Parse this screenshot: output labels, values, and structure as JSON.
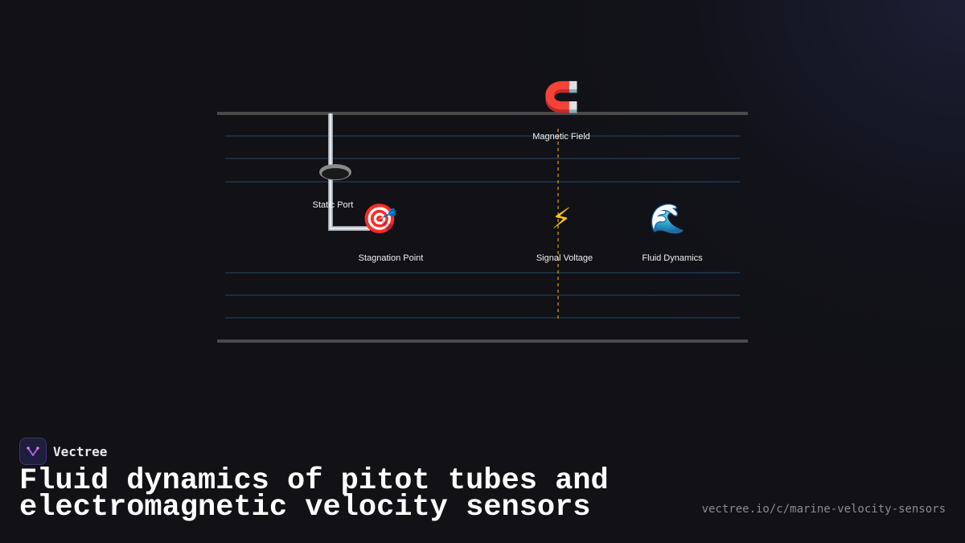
{
  "diagram": {
    "labels": {
      "magnetic_field": "Magnetic Field",
      "static_port": "Static Port",
      "stagnation_point": "Stagnation Point",
      "signal_voltage": "Signal Voltage",
      "fluid_dynamics": "Fluid Dynamics"
    },
    "icons": {
      "magnetic_field": "magnet-icon",
      "stagnation_point": "target-icon",
      "signal_voltage": "lightning-icon",
      "fluid_dynamics": "wave-icon"
    },
    "emoji": {
      "magnetic_field": "🧲",
      "stagnation_point": "🎯",
      "signal_voltage": "⚡",
      "fluid_dynamics": "🌊"
    },
    "colors": {
      "wall": "#4a4a4a",
      "streamline": "#24496a",
      "field_line": "#b8860b",
      "tube": "#e6e8ee"
    }
  },
  "brand": {
    "name": "Vectree"
  },
  "title": "Fluid dynamics of pitot tubes and electromagnetic velocity sensors",
  "url": "vectree.io/c/marine-velocity-sensors"
}
